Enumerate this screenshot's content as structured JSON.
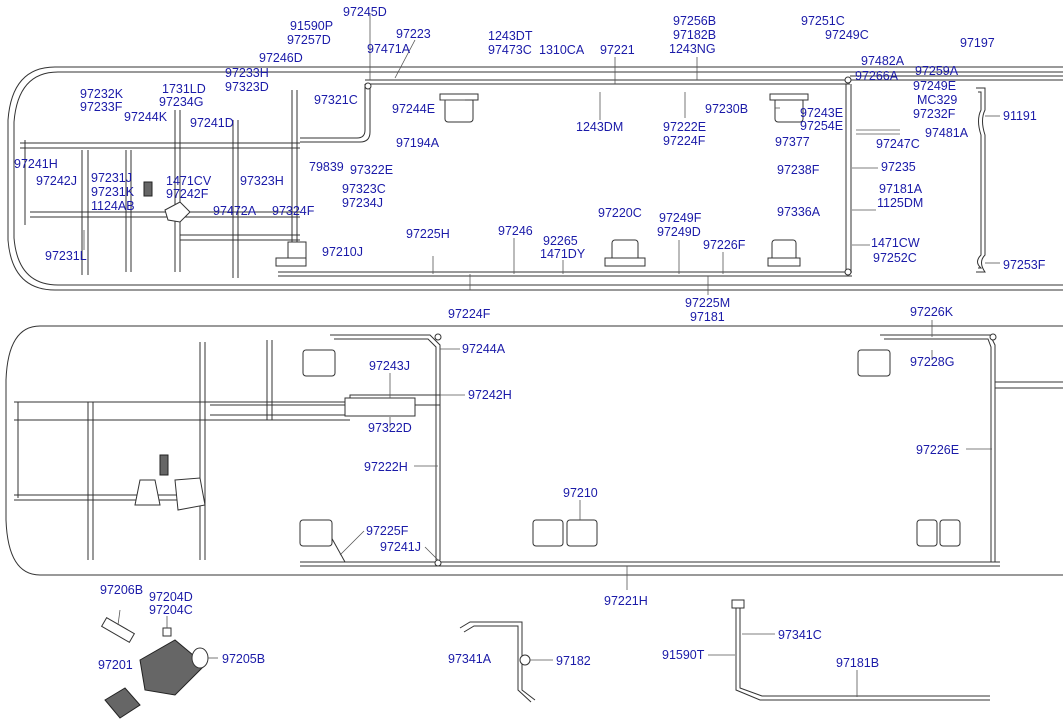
{
  "diagram": {
    "labels_top": [
      "97245D",
      "97223",
      "91590P",
      "97257D",
      "97471A",
      "1243DT",
      "97473C",
      "1310CA",
      "97221",
      "97256B",
      "97182B",
      "1243NG",
      "97251C",
      "97249C",
      "97197",
      "97246D",
      "97233H",
      "97323D",
      "1731LD",
      "97234G",
      "97232K",
      "97233F",
      "97244K",
      "97241D",
      "97321C",
      "97244E",
      "1243DM",
      "97222E",
      "97224F",
      "97230B",
      "97482A",
      "97266A",
      "97259A",
      "97249E",
      "MC329",
      "97232F",
      "97243E",
      "97254E",
      "97481A",
      "91191",
      "97247C",
      "97377",
      "97194A",
      "97322E",
      "79839",
      "97241H",
      "97242J",
      "97231J",
      "97231K",
      "1124AB",
      "1471CV",
      "97242F",
      "97323H",
      "97323C",
      "97234J",
      "97472A",
      "97324F",
      "97238F",
      "97235",
      "97181A",
      "1125DM",
      "97336A",
      "97220C",
      "97249F",
      "97249D",
      "97226F",
      "97225H",
      "97246",
      "92265",
      "1471DY",
      "1471CW",
      "97252C",
      "97253F",
      "97231L",
      "97210J",
      "97224F",
      "97225M",
      "97181"
    ],
    "labels_middle": [
      "97244A",
      "97243J",
      "97242H",
      "97322D",
      "97226K",
      "97228G",
      "97226E",
      "97222H",
      "97210",
      "97225F",
      "97241J",
      "97221H"
    ],
    "labels_bottom": [
      "97206B",
      "97204D",
      "97204C",
      "97201",
      "97205B",
      "97341A",
      "97182",
      "97341C",
      "91590T",
      "97181B"
    ]
  }
}
